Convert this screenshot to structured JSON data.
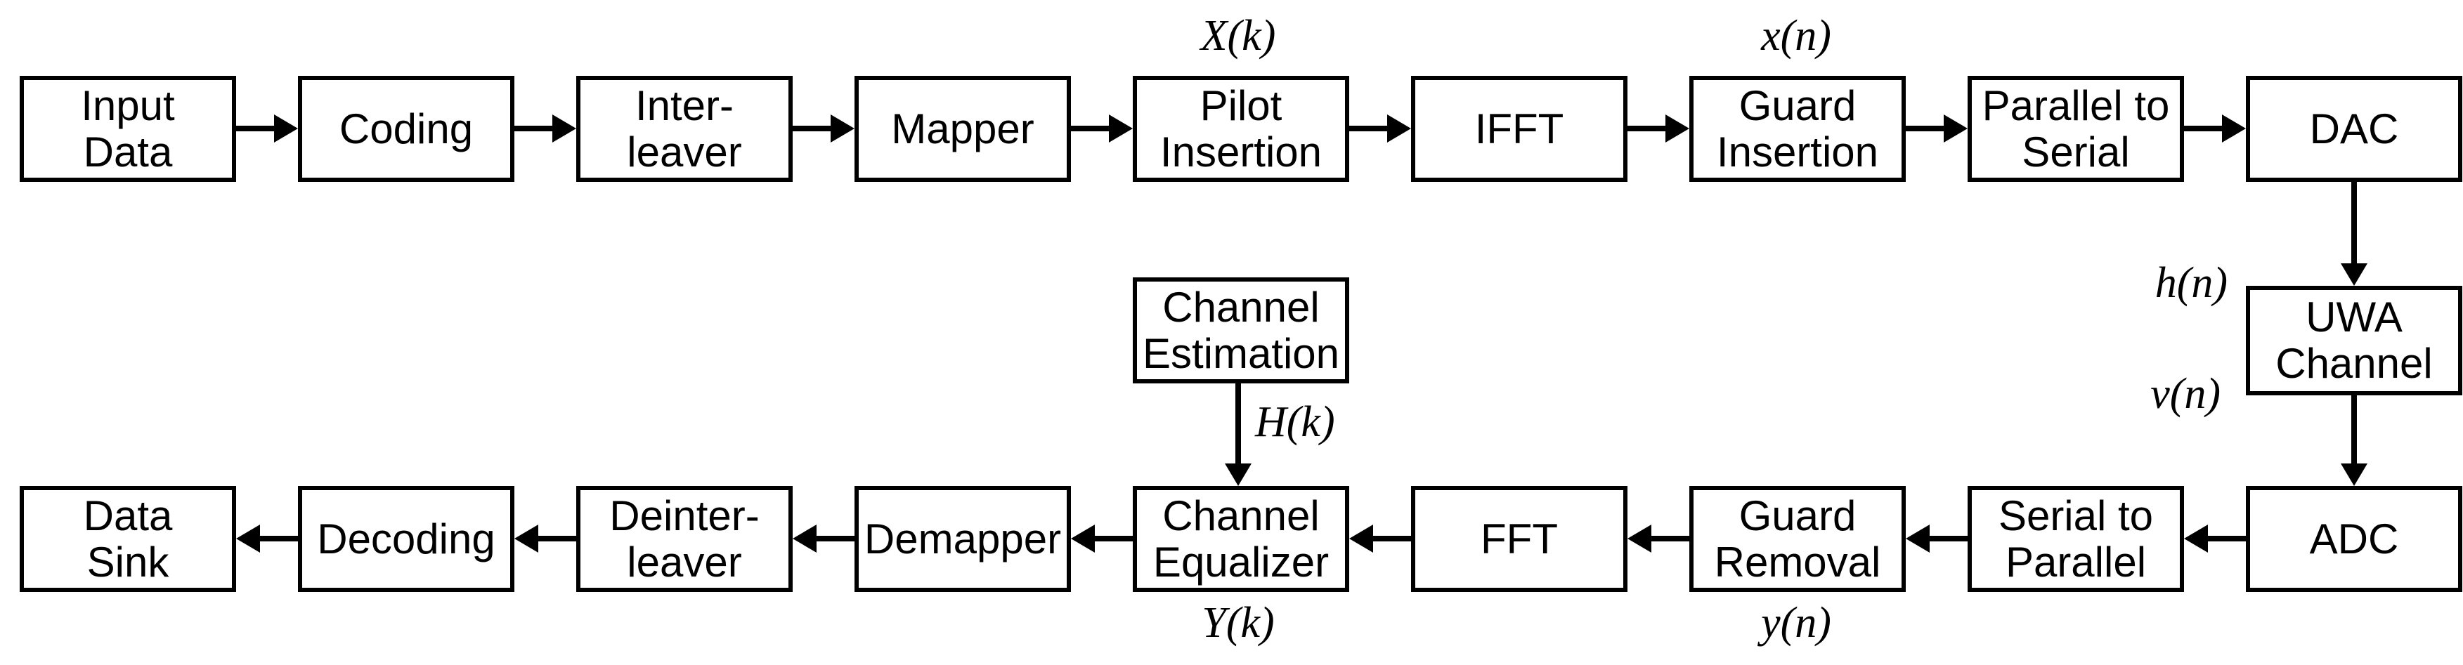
{
  "diagram": {
    "background_color": "#ffffff",
    "stroke_color": "#000000",
    "description": "Block diagram of an OFDM transmitter and receiver chain over a UWA channel"
  },
  "blocks": {
    "tx": [
      "Input\nData",
      "Coding",
      "Inter-\nleaver",
      "Mapper",
      "Pilot\nInsertion",
      "IFFT",
      "Guard\nInsertion",
      "Parallel to\nSerial",
      "DAC"
    ],
    "rx": [
      "Data\nSink",
      "Decoding",
      "Deinter-\nleaver",
      "Demapper",
      "Channel\nEqualizer",
      "FFT",
      "Guard\nRemoval",
      "Serial to\nParallel",
      "ADC"
    ],
    "estimation": "Channel\nEstimation",
    "channel": "UWA\nChannel"
  },
  "signals": {
    "X_k": "X(k)",
    "x_n": "x(n)",
    "h_n": "h(n)",
    "v_n": "v(n)",
    "H_k": "H(k)",
    "Y_k": "Y(k)",
    "y_n": "y(n)"
  }
}
